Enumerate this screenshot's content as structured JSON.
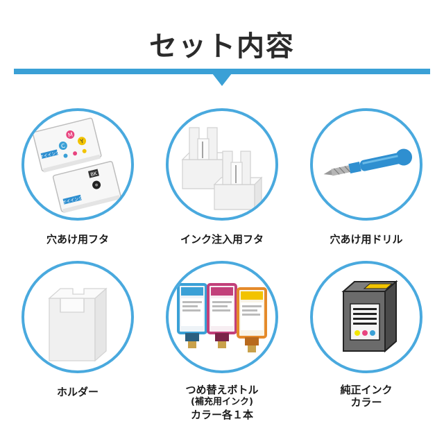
{
  "title": "セット内容",
  "items": [
    {
      "label": "穴あけ用フタ",
      "icon": "cap-with-ink-labels-icon"
    },
    {
      "label": "インク注入用フタ",
      "icon": "injection-cap-icon"
    },
    {
      "label": "穴あけ用ドリル",
      "icon": "blue-drill-icon"
    },
    {
      "label": "ホルダー",
      "icon": "holder-icon"
    },
    {
      "label": "つめ替えボトル",
      "sub": "(補充用インク)",
      "extra": "カラー各１本",
      "icon": "refill-bottles-icon"
    },
    {
      "label": "純正インク",
      "extra": "カラー",
      "icon": "genuine-ink-cartridge-icon"
    }
  ],
  "cap_labels": {
    "logo": "サイインク",
    "m": "M",
    "c": "C",
    "y": "Y",
    "bk": "BK"
  },
  "colors": {
    "accent": "#3aa0d6",
    "circle_border": "#49a9de",
    "drill": "#2f8fd0"
  }
}
